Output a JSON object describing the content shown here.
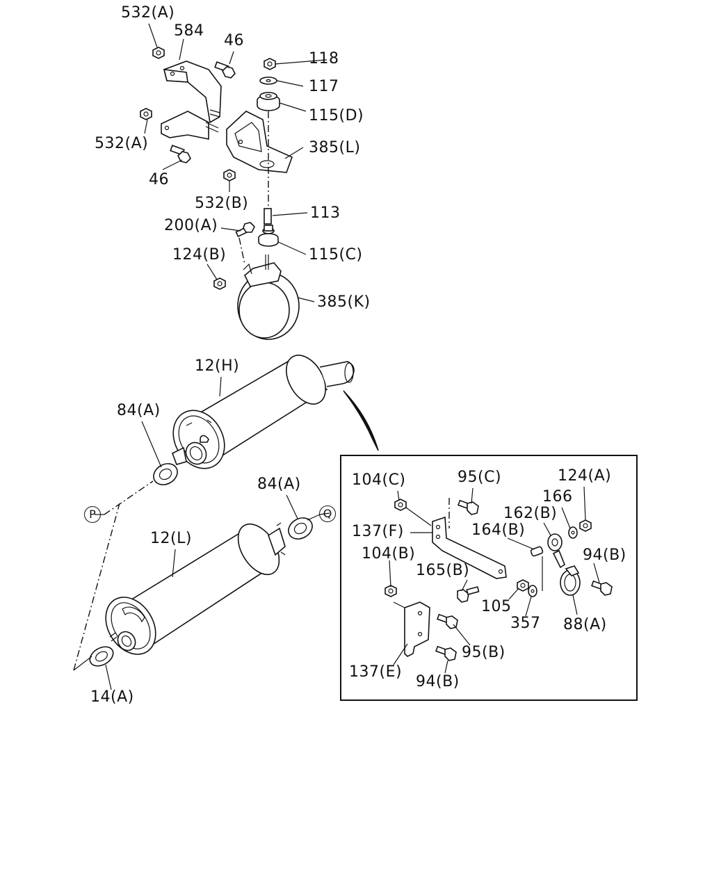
{
  "diagram": {
    "labels": {
      "p532a_top": "532(A)",
      "p584": "584",
      "p46_top": "46",
      "p118": "118",
      "p117": "117",
      "p115d": "115(D)",
      "p532a_mid": "532(A)",
      "p385l": "385(L)",
      "p46_mid": "46",
      "p532b": "532(B)",
      "p113": "113",
      "p200a": "200(A)",
      "p115c": "115(C)",
      "p124b": "124(B)",
      "p385k": "385(K)",
      "p12h": "12(H)",
      "p84a_left": "84(A)",
      "p84a_right": "84(A)",
      "p12l": "12(L)",
      "p14a": "14(A)",
      "marker_p": "P",
      "marker_q": "Q",
      "d104c": "104(C)",
      "d95c": "95(C)",
      "d124a": "124(A)",
      "d166": "166",
      "d162b": "162(B)",
      "d137f": "137(F)",
      "d164b": "164(B)",
      "d104b": "104(B)",
      "d94b_right": "94(B)",
      "d165b": "165(B)",
      "d105": "105",
      "d357": "357",
      "d88a": "88(A)",
      "d95b": "95(B)",
      "d137e": "137(E)",
      "d94b_bottom": "94(B)"
    }
  }
}
